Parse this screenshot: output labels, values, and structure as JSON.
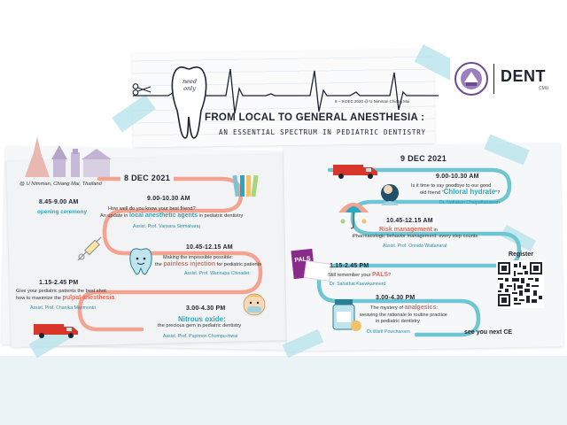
{
  "header": {
    "need_only": "need only",
    "event_info": "8 – 9 DEC 2020 @ U Nimman Chiang Mai",
    "title": "FROM LOCAL TO GENERAL ANESTHESIA :",
    "subtitle": "AN ESSENTIAL SPECTRUM IN PEDIATRIC DENTISTRY",
    "brand": "DENT",
    "brand_sub": "CMU"
  },
  "day1": {
    "venue": "@ U Nimman, Chiang Mai, Thailand",
    "date": "8 DEC 2021",
    "sessions": [
      {
        "time": "8.45-9.00 AM",
        "highlight": "opening ceremony"
      },
      {
        "time": "9.00-10.30 AM",
        "line1": "How well do you know your best friend?",
        "line2_pre": "An update in ",
        "highlight": "local anesthetic agents",
        "line2_post": " in pediatric dentistry",
        "speaker": "Assist. Prof. Varisara Sirimaharaj"
      },
      {
        "time": "10.45-12.15 AM",
        "line1": "Making the impossible possible:",
        "line2_pre": "the ",
        "highlight": "painless injection",
        "line2_post": " for pediatric patients",
        "speaker": "Assist. Prof. Wannapa Chinadet"
      },
      {
        "time": "1.15-2.45 PM",
        "line1": "Give your pediatric patients the best shot:",
        "line2_pre": "how to maximize the ",
        "highlight": "pulpal anesthesia",
        "speaker": "Assist. Prof. Chanika Manmontri"
      },
      {
        "time": "3.00-4.30 PM",
        "highlight": "Nitrous oxide:",
        "line2": "the precious gem in pediatric dentistry",
        "speaker": "Assist. Prof. Papimon Chompu-inwai"
      }
    ]
  },
  "day2": {
    "date": "9 DEC 2021",
    "sessions": [
      {
        "time": "9.00-10.30 AM",
        "line1": "Is it time to say goodbye to our good",
        "line2_pre": "old friend \"",
        "highlight": "Chloral hydrate",
        "line2_post": "\"?",
        "speaker": "Dr. Nattakan Chaipattanawan"
      },
      {
        "time": "10.45-12.15 AM",
        "highlight": "Risk management",
        "line1_post": " in",
        "line2": "Pharmacologic behavior management: every step counts",
        "speaker": "Assist. Prof. Onnida Wattanarat"
      },
      {
        "time": "1.15-2.45 PM",
        "line1_pre": "Still remember your ",
        "highlight": "PALS",
        "line1_post": "?",
        "speaker": "Dr. Sahathat Kaewkamnerd"
      },
      {
        "time": "3.00-4.30 PM",
        "line1_pre": "The mystery of ",
        "highlight": "analgesics",
        "line1_post": ":",
        "line2": "weaving the rationale to routine practice",
        "line3": "in pediatric dentistry",
        "speaker": "Dr.Warit Powcharoen"
      }
    ],
    "closing": "see you next CE",
    "register": "Register",
    "pals_badge": "PALS"
  },
  "colors": {
    "teal": "#2aa8c0",
    "salmon": "#f2a391",
    "red_truck": "#d9362b",
    "text": "#1f2430"
  }
}
